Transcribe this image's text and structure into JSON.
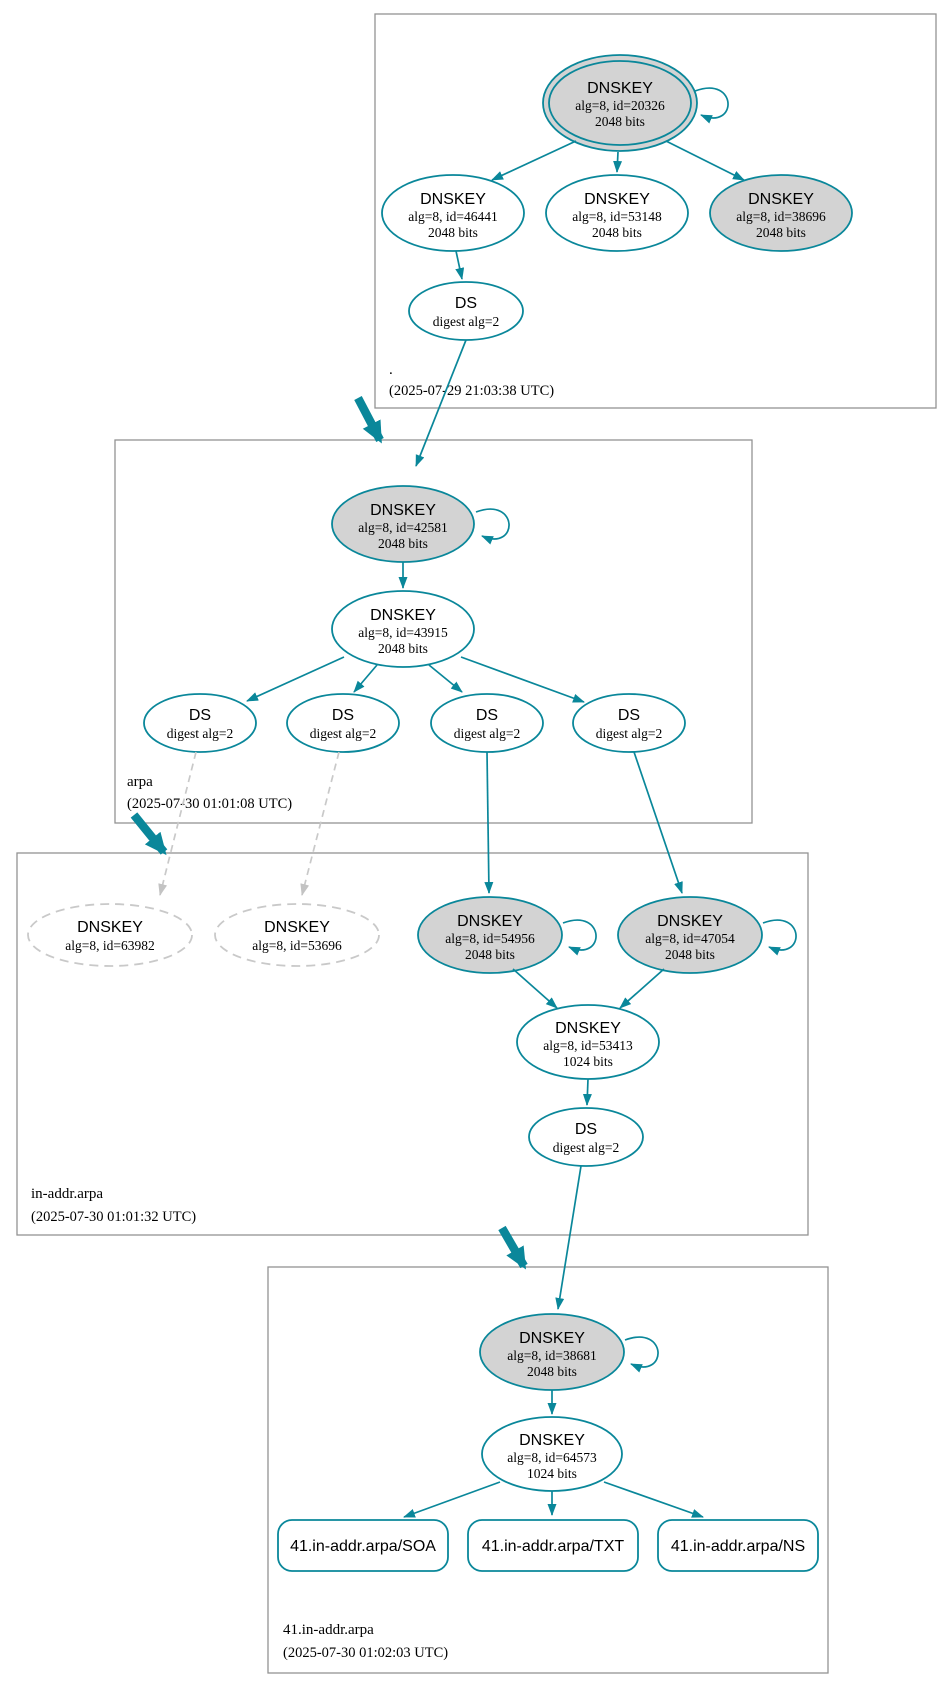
{
  "zones": {
    "root": {
      "label": ".",
      "timestamp": "(2025-07-29 21:03:38 UTC)"
    },
    "arpa": {
      "label": "arpa",
      "timestamp": "(2025-07-30 01:01:08 UTC)"
    },
    "in_addr": {
      "label": "in-addr.arpa",
      "timestamp": "(2025-07-30 01:01:32 UTC)"
    },
    "f41": {
      "label": "41.in-addr.arpa",
      "timestamp": "(2025-07-30 01:02:03 UTC)"
    }
  },
  "nodes": {
    "dnskey_20326": {
      "title": "DNSKEY",
      "detail": "alg=8, id=20326",
      "bits": "2048 bits"
    },
    "dnskey_46441": {
      "title": "DNSKEY",
      "detail": "alg=8, id=46441",
      "bits": "2048 bits"
    },
    "dnskey_53148": {
      "title": "DNSKEY",
      "detail": "alg=8, id=53148",
      "bits": "2048 bits"
    },
    "dnskey_38696": {
      "title": "DNSKEY",
      "detail": "alg=8, id=38696",
      "bits": "2048 bits"
    },
    "ds_root": {
      "title": "DS",
      "detail": "digest alg=2"
    },
    "dnskey_42581": {
      "title": "DNSKEY",
      "detail": "alg=8, id=42581",
      "bits": "2048 bits"
    },
    "dnskey_43915": {
      "title": "DNSKEY",
      "detail": "alg=8, id=43915",
      "bits": "2048 bits"
    },
    "ds_arpa_1": {
      "title": "DS",
      "detail": "digest alg=2"
    },
    "ds_arpa_2": {
      "title": "DS",
      "detail": "digest alg=2"
    },
    "ds_arpa_3": {
      "title": "DS",
      "detail": "digest alg=2"
    },
    "ds_arpa_4": {
      "title": "DS",
      "detail": "digest alg=2"
    },
    "dnskey_63982": {
      "title": "DNSKEY",
      "detail": "alg=8, id=63982"
    },
    "dnskey_53696": {
      "title": "DNSKEY",
      "detail": "alg=8, id=53696"
    },
    "dnskey_54956": {
      "title": "DNSKEY",
      "detail": "alg=8, id=54956",
      "bits": "2048 bits"
    },
    "dnskey_47054": {
      "title": "DNSKEY",
      "detail": "alg=8, id=47054",
      "bits": "2048 bits"
    },
    "dnskey_53413": {
      "title": "DNSKEY",
      "detail": "alg=8, id=53413",
      "bits": "1024 bits"
    },
    "ds_in_addr": {
      "title": "DS",
      "detail": "digest alg=2"
    },
    "dnskey_38681": {
      "title": "DNSKEY",
      "detail": "alg=8, id=38681",
      "bits": "2048 bits"
    },
    "dnskey_64573": {
      "title": "DNSKEY",
      "detail": "alg=8, id=64573",
      "bits": "1024 bits"
    },
    "rrset_soa": {
      "label": "41.in-addr.arpa/SOA"
    },
    "rrset_txt": {
      "label": "41.in-addr.arpa/TXT"
    },
    "rrset_ns": {
      "label": "41.in-addr.arpa/NS"
    }
  },
  "edges": [
    [
      "dnskey_20326",
      "dnskey_20326",
      "self-loop"
    ],
    [
      "dnskey_20326",
      "dnskey_46441",
      "solid"
    ],
    [
      "dnskey_20326",
      "dnskey_53148",
      "solid"
    ],
    [
      "dnskey_20326",
      "dnskey_38696",
      "solid"
    ],
    [
      "dnskey_46441",
      "ds_root",
      "solid"
    ],
    [
      "ds_root",
      "dnskey_42581",
      "solid"
    ],
    [
      "zone_root",
      "zone_arpa",
      "zone-delegation"
    ],
    [
      "dnskey_42581",
      "dnskey_42581",
      "self-loop"
    ],
    [
      "dnskey_42581",
      "dnskey_43915",
      "solid"
    ],
    [
      "dnskey_43915",
      "ds_arpa_1",
      "solid"
    ],
    [
      "dnskey_43915",
      "ds_arpa_2",
      "solid"
    ],
    [
      "dnskey_43915",
      "ds_arpa_3",
      "solid"
    ],
    [
      "dnskey_43915",
      "ds_arpa_4",
      "solid"
    ],
    [
      "ds_arpa_1",
      "dnskey_63982",
      "dashed"
    ],
    [
      "ds_arpa_2",
      "dnskey_53696",
      "dashed"
    ],
    [
      "ds_arpa_3",
      "dnskey_54956",
      "solid"
    ],
    [
      "ds_arpa_4",
      "dnskey_47054",
      "solid"
    ],
    [
      "zone_arpa",
      "zone_in_addr",
      "zone-delegation"
    ],
    [
      "dnskey_54956",
      "dnskey_54956",
      "self-loop"
    ],
    [
      "dnskey_47054",
      "dnskey_47054",
      "self-loop"
    ],
    [
      "dnskey_54956",
      "dnskey_53413",
      "solid"
    ],
    [
      "dnskey_47054",
      "dnskey_53413",
      "solid"
    ],
    [
      "dnskey_53413",
      "ds_in_addr",
      "solid"
    ],
    [
      "ds_in_addr",
      "dnskey_38681",
      "solid"
    ],
    [
      "zone_in_addr",
      "zone_f41",
      "zone-delegation"
    ],
    [
      "dnskey_38681",
      "dnskey_38681",
      "self-loop"
    ],
    [
      "dnskey_38681",
      "dnskey_64573",
      "solid"
    ],
    [
      "dnskey_64573",
      "rrset_soa",
      "solid"
    ],
    [
      "dnskey_64573",
      "rrset_txt",
      "solid"
    ],
    [
      "dnskey_64573",
      "rrset_ns",
      "solid"
    ]
  ],
  "colors": {
    "secure_teal": "#0a879a",
    "ksk_fill_gray": "#d3d3d3",
    "insecure_dash_gray": "#c9c9c9",
    "zone_border_gray": "#939393",
    "text": "#000000",
    "background": "#ffffff"
  }
}
